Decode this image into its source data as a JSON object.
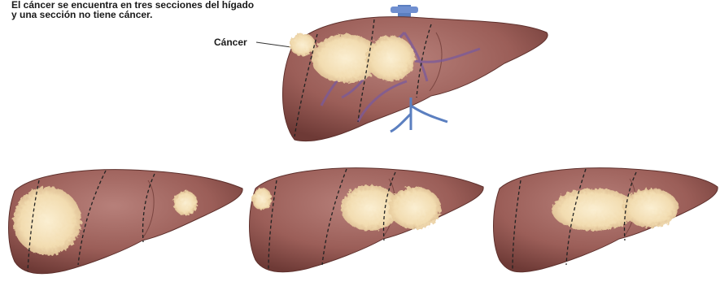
{
  "caption": {
    "line1": "El cáncer se encuentra en tres secciones del hígado",
    "line2": "y una sección no tiene cáncer."
  },
  "labels": {
    "cancer": "Cáncer"
  },
  "colors": {
    "liver": "#9b5e58",
    "liver_light": "#b7807a",
    "liver_dark": "#6e3a36",
    "tumor": "#f2dcb0",
    "vessel_blue": "#5b7fc0",
    "vessel_purple": "#7a5a9c"
  },
  "figures": [
    {
      "id": "main",
      "tumor_sections": 3,
      "clear_sections": 1
    },
    {
      "id": "variant-1"
    },
    {
      "id": "variant-2"
    },
    {
      "id": "variant-3"
    }
  ]
}
